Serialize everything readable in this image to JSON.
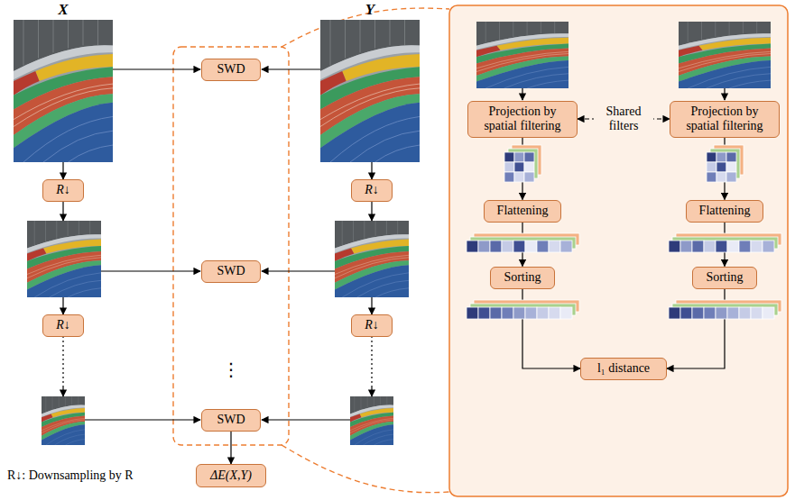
{
  "diagram": {
    "nodes": [
      {
        "text": [
          "SWD"
        ]
      },
      {
        "text": [
          "R↓"
        ]
      },
      {
        "text": [
          "R↓"
        ]
      },
      {
        "text": [
          "SWD"
        ]
      },
      {
        "text": [
          "R↓"
        ]
      },
      {
        "text": [
          "R↓"
        ]
      },
      {
        "text": [
          "SWD"
        ]
      },
      {
        "text": [
          "ΔE(X,Y)"
        ]
      },
      {
        "text": [
          "Projection by spatial filtering"
        ]
      },
      {
        "text": [
          "Projection by spatial filtering"
        ]
      },
      {
        "text": [
          "Flattening"
        ]
      },
      {
        "text": [
          "Flattening"
        ]
      },
      {
        "text": [
          "Sorting"
        ]
      },
      {
        "text": [
          "Sorting"
        ]
      },
      {
        "text": [
          "l₁ distance"
        ]
      }
    ],
    "edges": [
      {
        "from": 6,
        "to": 7,
        "arrow": "to"
      },
      {
        "from": 8,
        "to": 9,
        "label": "Shared filters",
        "arrow": "both"
      },
      {
        "from": 8,
        "to": 10,
        "arrow": "to"
      },
      {
        "from": 10,
        "to": 12,
        "arrow": "to"
      },
      {
        "from": 12,
        "to": 14,
        "arrow": "to"
      },
      {
        "from": 9,
        "to": 11,
        "arrow": "to"
      },
      {
        "from": 11,
        "to": 13,
        "arrow": "to"
      },
      {
        "from": 13,
        "to": 14,
        "arrow": "to"
      }
    ],
    "labels": [
      "X",
      "Y",
      "⋮",
      "R↓: Downsampling by R"
    ]
  }
}
